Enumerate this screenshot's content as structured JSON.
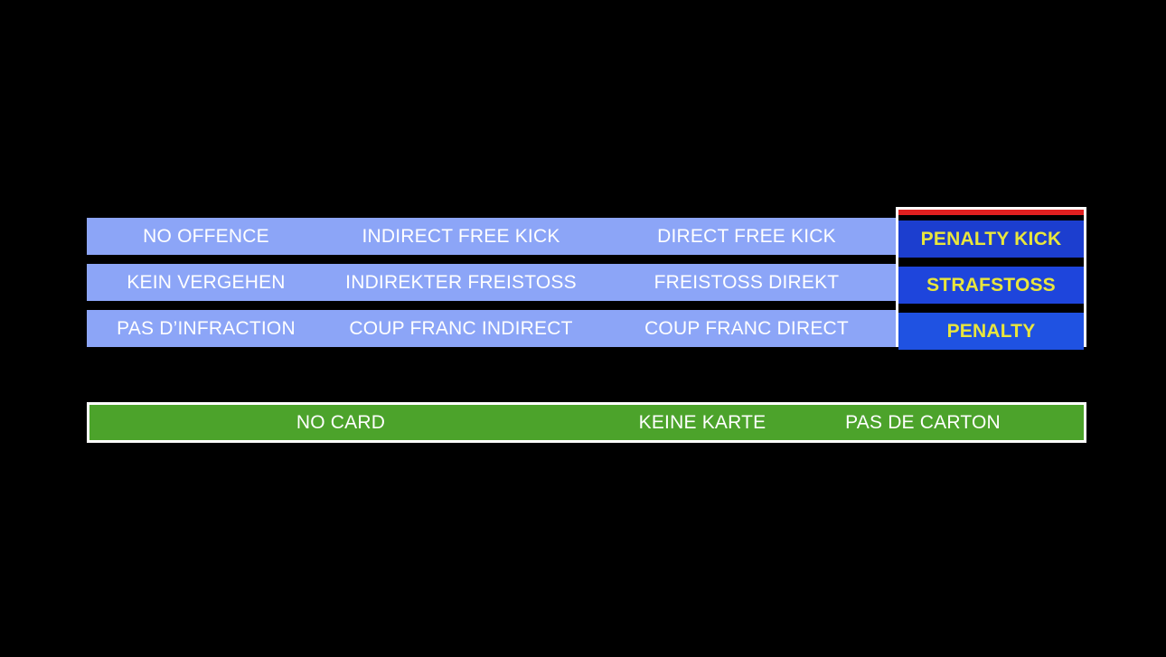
{
  "overlay": {
    "background_color": "#000000",
    "accent_color": "#E02020",
    "highlight_text_color": "#E9E63C",
    "bar_color": "#8CA5F7",
    "card_color": "#4CA32B"
  },
  "decision_table": {
    "rows": [
      {
        "language": "english",
        "cells": [
          "NO OFFENCE",
          "INDIRECT FREE KICK",
          "DIRECT FREE KICK"
        ],
        "highlighted_cell": "PENALTY KICK"
      },
      {
        "language": "german",
        "cells": [
          "KEIN VERGEHEN",
          "INDIREKTER FREISTOSS",
          "FREISTOSS DIREKT"
        ],
        "highlighted_cell": "STRAFSTOSS"
      },
      {
        "language": "french",
        "cells": [
          "PAS D’INFRACTION",
          "COUP FRANC INDIRECT",
          "COUP FRANC DIRECT"
        ],
        "highlighted_cell": "PENALTY"
      }
    ]
  },
  "card_bar": {
    "cells": [
      "NO CARD",
      "KEINE KARTE",
      "PAS DE CARTON"
    ]
  }
}
